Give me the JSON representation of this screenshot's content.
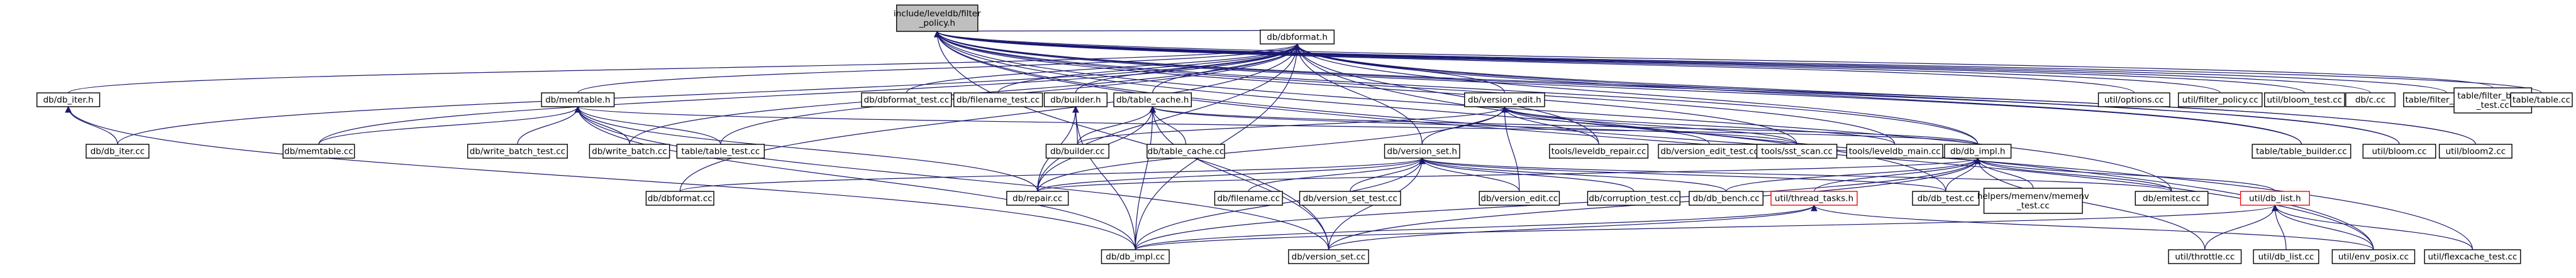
{
  "graph": {
    "title": "",
    "edge_color": "#191970",
    "highlight_color": "#ff0000",
    "root_fill": "#bfbfbf",
    "nodes": [
      {
        "id": "root",
        "lines": [
          "include/leveldb/filter",
          "_policy.h"
        ]
      },
      {
        "id": "dbformat_h",
        "lines": [
          "db/dbformat.h"
        ]
      },
      {
        "id": "c_cc",
        "lines": [
          "db/c.cc"
        ]
      },
      {
        "id": "filter_block_cc",
        "lines": [
          "table/filter_block.cc"
        ]
      },
      {
        "id": "filter_block_test_cc",
        "lines": [
          "table/filter_block",
          "_test.cc"
        ]
      },
      {
        "id": "table_cc",
        "lines": [
          "table/table.cc"
        ]
      },
      {
        "id": "bloom_test_cc",
        "lines": [
          "util/bloom_test.cc"
        ]
      },
      {
        "id": "filter_policy_cc",
        "lines": [
          "util/filter_policy.cc"
        ]
      },
      {
        "id": "options_cc",
        "lines": [
          "util/options.cc"
        ]
      },
      {
        "id": "table_builder_cc",
        "lines": [
          "table/table_builder.cc"
        ]
      },
      {
        "id": "bloom_cc",
        "lines": [
          "util/bloom.cc"
        ]
      },
      {
        "id": "bloom2_cc",
        "lines": [
          "util/bloom2.cc"
        ]
      },
      {
        "id": "db_iter_h",
        "lines": [
          "db/db_iter.h"
        ]
      },
      {
        "id": "memtable_h",
        "lines": [
          "db/memtable.h"
        ]
      },
      {
        "id": "dbformat_test_cc",
        "lines": [
          "db/dbformat_test.cc"
        ]
      },
      {
        "id": "filename_test_cc",
        "lines": [
          "db/filename_test.cc"
        ]
      },
      {
        "id": "builder_h",
        "lines": [
          "db/builder.h"
        ]
      },
      {
        "id": "table_cache_h",
        "lines": [
          "db/table_cache.h"
        ]
      },
      {
        "id": "version_edit_h",
        "lines": [
          "db/version_edit.h"
        ]
      },
      {
        "id": "db_iter_cc",
        "lines": [
          "db/db_iter.cc"
        ]
      },
      {
        "id": "memtable_cc",
        "lines": [
          "db/memtable.cc"
        ]
      },
      {
        "id": "write_batch_test_cc",
        "lines": [
          "db/write_batch_test.cc"
        ]
      },
      {
        "id": "write_batch_cc",
        "lines": [
          "db/write_batch.cc"
        ]
      },
      {
        "id": "table_test_cc",
        "lines": [
          "table/table_test.cc"
        ]
      },
      {
        "id": "builder_cc",
        "lines": [
          "db/builder.cc"
        ]
      },
      {
        "id": "table_cache_cc",
        "lines": [
          "db/table_cache.cc"
        ]
      },
      {
        "id": "version_set_h",
        "lines": [
          "db/version_set.h"
        ]
      },
      {
        "id": "leveldb_repair_cc",
        "lines": [
          "tools/leveldb_repair.cc"
        ]
      },
      {
        "id": "version_edit_test_cc",
        "lines": [
          "db/version_edit_test.cc"
        ]
      },
      {
        "id": "sst_scan_cc",
        "lines": [
          "tools/sst_scan.cc"
        ]
      },
      {
        "id": "leveldb_main_cc",
        "lines": [
          "tools/leveldb_main.cc"
        ]
      },
      {
        "id": "db_impl_h",
        "lines": [
          "db/db_impl.h"
        ]
      },
      {
        "id": "dbformat_cc",
        "lines": [
          "db/dbformat.cc"
        ]
      },
      {
        "id": "repair_cc",
        "lines": [
          "db/repair.cc"
        ]
      },
      {
        "id": "filename_cc",
        "lines": [
          "db/filename.cc"
        ]
      },
      {
        "id": "version_set_test_cc",
        "lines": [
          "db/version_set_test.cc"
        ]
      },
      {
        "id": "version_edit_cc",
        "lines": [
          "db/version_edit.cc"
        ]
      },
      {
        "id": "corruption_test_cc",
        "lines": [
          "db/corruption_test.cc"
        ]
      },
      {
        "id": "db_bench_cc",
        "lines": [
          "db/db_bench.cc"
        ]
      },
      {
        "id": "thread_tasks_h",
        "lines": [
          "util/thread_tasks.h"
        ]
      },
      {
        "id": "db_test_cc",
        "lines": [
          "db/db_test.cc"
        ]
      },
      {
        "id": "memenv_test_cc",
        "lines": [
          "helpers/memenv/memenv",
          "_test.cc"
        ]
      },
      {
        "id": "eleveldb_ccemitest_cc",
        "lines": [
          "db/emitest.cc"
        ]
      },
      {
        "id": "db_list_h",
        "lines": [
          "util/db_list.h"
        ]
      },
      {
        "id": "db_impl_cc",
        "lines": [
          "db/db_impl.cc"
        ]
      },
      {
        "id": "version_set_cc",
        "lines": [
          "db/version_set.cc"
        ]
      },
      {
        "id": "throttle_cc",
        "lines": [
          "util/throttle.cc"
        ]
      },
      {
        "id": "db_list_cc",
        "lines": [
          "util/db_list.cc"
        ]
      },
      {
        "id": "env_posix_cc",
        "lines": [
          "util/env_posix.cc"
        ]
      },
      {
        "id": "flexcache_test_cc",
        "lines": [
          "util/flexcache_test.cc"
        ]
      }
    ]
  }
}
